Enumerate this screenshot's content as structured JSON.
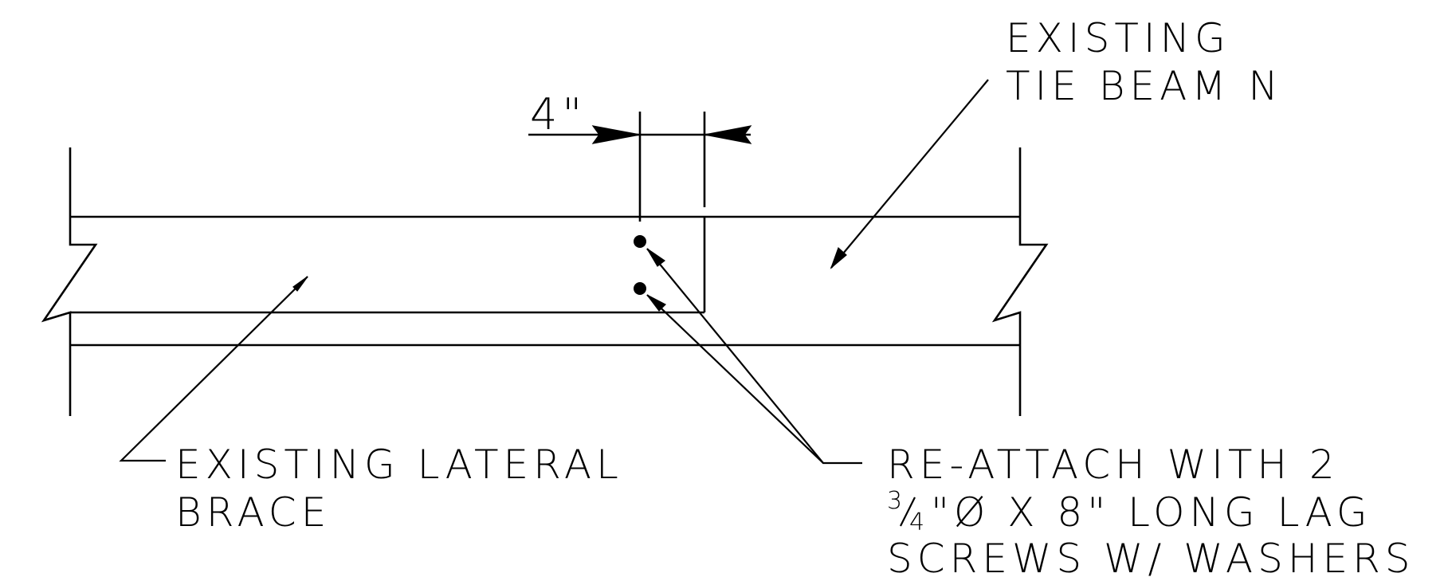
{
  "labels": {
    "tie_beam_line1": "EXISTING",
    "tie_beam_line2": "TIE BEAM N",
    "dimension": "4\"",
    "lateral_brace_line1": "EXISTING LATERAL",
    "lateral_brace_line2": "BRACE",
    "reattach_line1": "RE-ATTACH WITH 2",
    "reattach_frac_num": "3",
    "reattach_frac_den": "4",
    "reattach_line2_rest": "\"Ø X 8\" LONG LAG",
    "reattach_line3": "SCREWS W/ WASHERS"
  }
}
